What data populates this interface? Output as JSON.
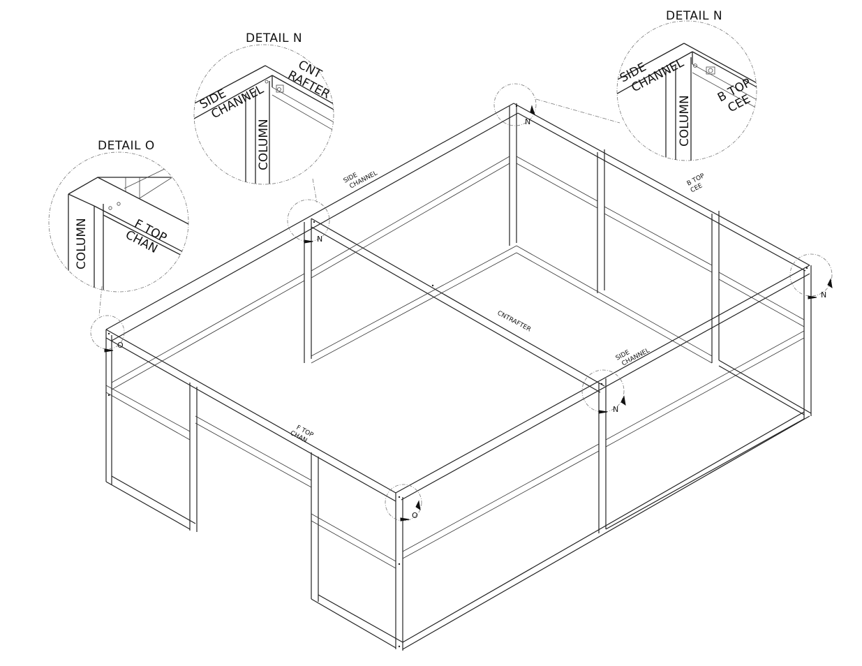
{
  "details": {
    "detail_o": {
      "title": "DETAIL  O",
      "column_label": "COLUMN",
      "beam_label_line1": "F TOP",
      "beam_label_line2": "CHAN"
    },
    "detail_n_left": {
      "title": "DETAIL  N",
      "side_line1": "SIDE",
      "side_line2": "CHANNEL",
      "rafter_line1": "CNT",
      "rafter_line2": "RAFTER",
      "column_label": "COLUMN"
    },
    "detail_n_right": {
      "title": "DETAIL  N",
      "side_line1": "SIDE",
      "side_line2": "CHANNEL",
      "cee_line1": "B TOP",
      "cee_line2": "CEE",
      "column_label": "COLUMN"
    }
  },
  "frame_labels": {
    "side_channel_back_line1": "SIDE",
    "side_channel_back_line2": "CHANNEL",
    "b_top_cee_line1": "B TOP",
    "b_top_cee_line2": "CEE",
    "cnt_rafter": "CNTRAFTER",
    "side_channel_front_line1": "SIDE",
    "side_channel_front_line2": "CHANNEL",
    "f_top_chan_line1": "F TOP",
    "f_top_chan_line2": "CHAN"
  },
  "callouts": {
    "n1": "N",
    "n2": "N",
    "n3": "N",
    "n4": "N",
    "o1": "O",
    "o2": "O"
  }
}
